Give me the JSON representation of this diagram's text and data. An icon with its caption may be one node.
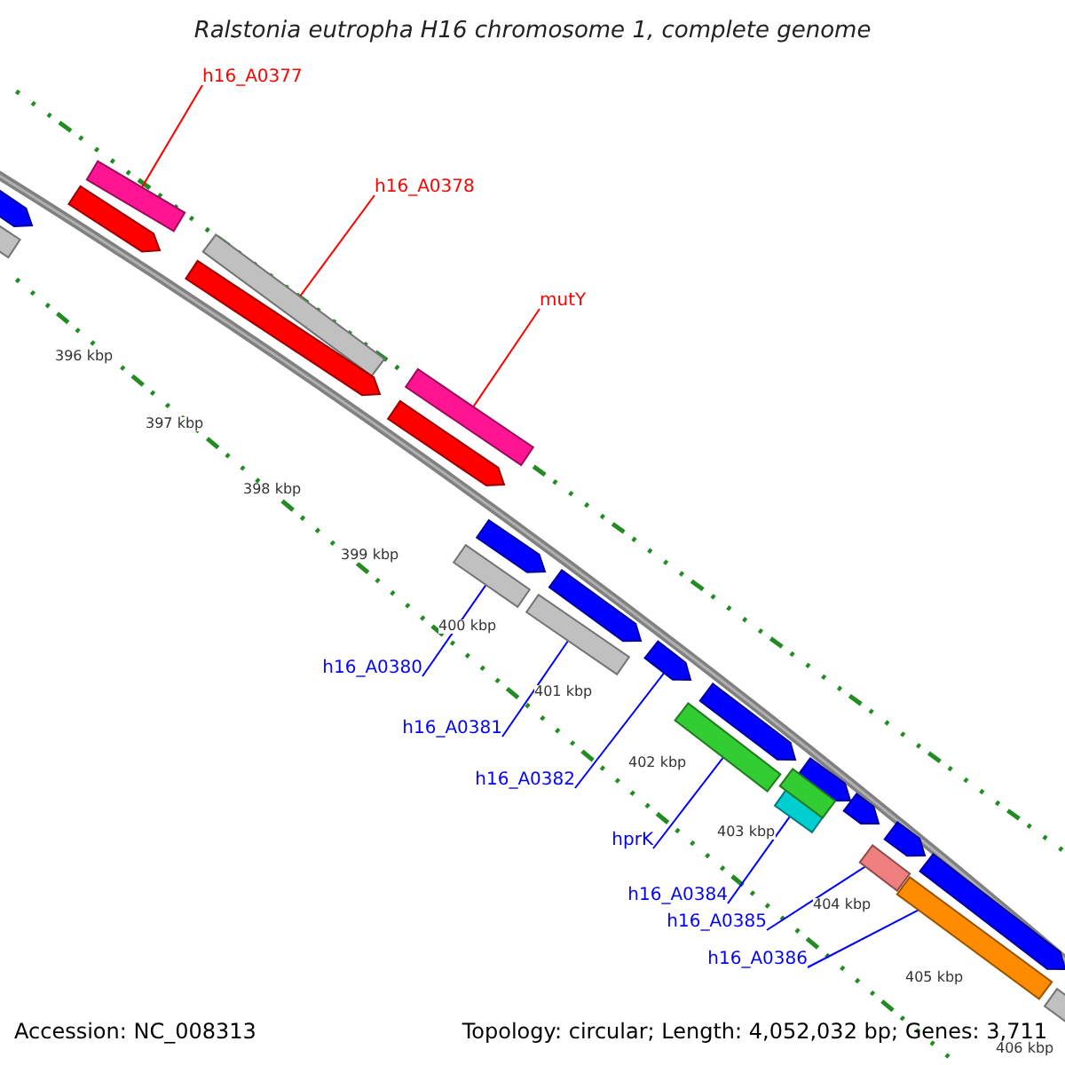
{
  "diagram": {
    "title": "Ralstonia eutropha H16 chromosome 1, complete genome",
    "nodes": [
      {
        "text": [
          "h16_A0377"
        ]
      },
      {
        "text": [],
        "shape": "bar"
      },
      {
        "text": [
          "h16_A0378"
        ]
      },
      {
        "text": [],
        "shape": "bar"
      },
      {
        "text": [
          "mutY"
        ]
      },
      {
        "text": [],
        "shape": "bar"
      },
      {
        "text": [
          "h16_A0380"
        ]
      },
      {
        "text": [],
        "shape": "bar"
      },
      {
        "text": [
          "h16_A0381"
        ]
      },
      {
        "text": [],
        "shape": "bar"
      },
      {
        "text": [
          "h16_A0382"
        ]
      },
      {
        "text": [],
        "shape": "bar"
      },
      {
        "text": [
          "hprK"
        ]
      },
      {
        "text": [],
        "shape": "bar"
      },
      {
        "text": [
          "h16_A0384"
        ]
      },
      {
        "text": [],
        "shape": "bar"
      },
      {
        "text": [
          "h16_A0385"
        ]
      },
      {
        "text": [],
        "shape": "bar"
      },
      {
        "text": [
          "h16_A0386"
        ]
      },
      {
        "text": [],
        "shape": "bar"
      },
      {
        "text": [],
        "shape": "bar"
      },
      {
        "text": [],
        "shape": "bar"
      },
      {
        "text": [],
        "shape": "bar"
      },
      {
        "text": [],
        "shape": "bar"
      },
      {
        "text": [],
        "shape": "bar"
      },
      {
        "text": [],
        "shape": "bar"
      },
      {
        "text": [],
        "shape": "bar"
      },
      {
        "text": [],
        "shape": "bar"
      },
      {
        "text": [],
        "shape": "bar"
      },
      {
        "text": [],
        "shape": "bar"
      },
      {
        "text": [],
        "shape": "bar"
      },
      {
        "text": [],
        "shape": "bar"
      },
      {
        "text": [],
        "shape": "bar"
      },
      {
        "text": [],
        "shape": "bar"
      }
    ],
    "edges": [
      {
        "from": 0,
        "to": 1,
        "arrow": "none",
        "color": "#ff0000"
      },
      {
        "from": 2,
        "to": 3,
        "arrow": "none",
        "color": "#ff0000"
      },
      {
        "from": 4,
        "to": 5,
        "arrow": "none",
        "color": "#ff0000"
      },
      {
        "from": 6,
        "to": 7,
        "arrow": "none"
      },
      {
        "from": 8,
        "to": 9,
        "arrow": "none"
      },
      {
        "from": 10,
        "to": 11,
        "arrow": "none"
      },
      {
        "from": 12,
        "to": 13,
        "arrow": "none"
      },
      {
        "from": 14,
        "to": 15,
        "arrow": "none"
      },
      {
        "from": 16,
        "to": 17,
        "arrow": "none"
      },
      {
        "from": 18,
        "to": 19,
        "arrow": "none"
      }
    ],
    "labels": [
      "396 kbp",
      "397 kbp",
      "398 kbp",
      "399 kbp",
      "400 kbp",
      "401 kbp",
      "402 kbp",
      "403 kbp",
      "404 kbp",
      "405 kbp",
      "406 kbp",
      "Accession: NC_008313",
      "Topology: circular; Length: 4,052,032 bp; Genes: 3,711"
    ]
  }
}
